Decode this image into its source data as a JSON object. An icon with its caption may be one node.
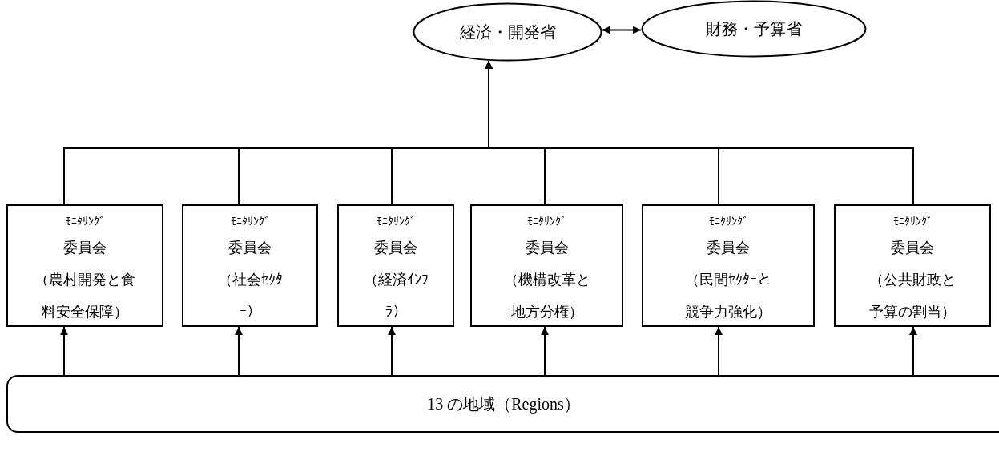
{
  "diagram": {
    "nodes": [
      {
        "text": [
          "経済・開発省"
        ]
      },
      {
        "text": [
          "財務・予算省"
        ]
      },
      {
        "text": [
          "ﾓﾆﾀﾘﾝｸﾞ",
          "委員会",
          "（農村開発と食料安全保障）"
        ]
      },
      {
        "text": [
          "ﾓﾆﾀﾘﾝｸﾞ",
          "委員会",
          "（社会ｾｸﾀｰ）"
        ]
      },
      {
        "text": [
          "ﾓﾆﾀﾘﾝｸﾞ",
          "委員会",
          "（経済ｲﾝﾌﾗ）"
        ]
      },
      {
        "text": [
          "ﾓﾆﾀﾘﾝｸﾞ",
          "委員会",
          "（機構改革と地方分権）"
        ]
      },
      {
        "text": [
          "ﾓﾆﾀﾘﾝｸﾞ",
          "委員会",
          "（民間ｾｸﾀｰと競争力強化）"
        ]
      },
      {
        "text": [
          "ﾓﾆﾀﾘﾝｸﾞ",
          "委員会",
          "（公共財政と予算の割当）"
        ]
      },
      {
        "text": [
          "13 の地域（Regions）"
        ]
      }
    ],
    "edges": [
      {
        "from": 0,
        "to": 1,
        "arrow": "both"
      },
      {
        "from": 2,
        "to": 0,
        "arrow": "to"
      },
      {
        "from": 3,
        "to": 0,
        "arrow": "to"
      },
      {
        "from": 4,
        "to": 0,
        "arrow": "to"
      },
      {
        "from": 5,
        "to": 0,
        "arrow": "to"
      },
      {
        "from": 6,
        "to": 0,
        "arrow": "to"
      },
      {
        "from": 7,
        "to": 0,
        "arrow": "to"
      },
      {
        "from": 8,
        "to": 2,
        "arrow": "to"
      },
      {
        "from": 8,
        "to": 3,
        "arrow": "to"
      },
      {
        "from": 8,
        "to": 4,
        "arrow": "to"
      },
      {
        "from": 8,
        "to": 5,
        "arrow": "to"
      },
      {
        "from": 8,
        "to": 6,
        "arrow": "to"
      },
      {
        "from": 8,
        "to": 7,
        "arrow": "to"
      }
    ]
  }
}
